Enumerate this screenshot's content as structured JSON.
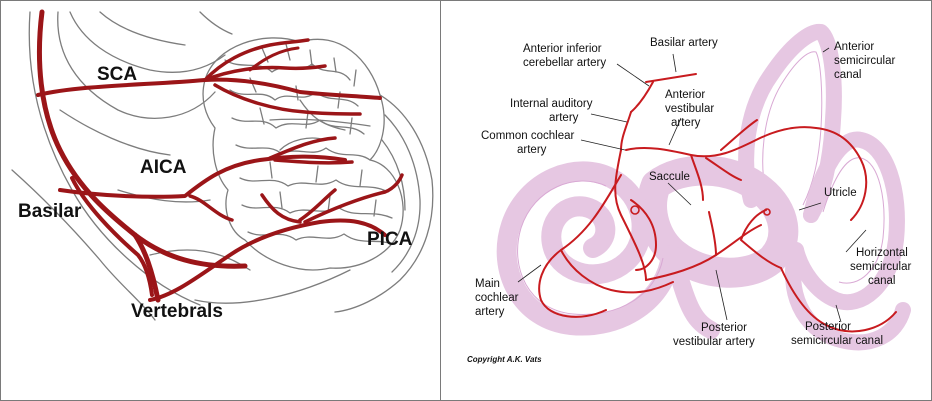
{
  "left_panel": {
    "labels": {
      "sca": "SCA",
      "aica": "AICA",
      "basilar": "Basilar",
      "pica": "PICA",
      "vertebrals": "Vertebrals"
    }
  },
  "right_panel": {
    "labels": {
      "anterior_inferior_cerebellar_artery_1": "Anterior inferior",
      "anterior_inferior_cerebellar_artery_2": "cerebellar artery",
      "basilar_artery": "Basilar artery",
      "anterior_semicircular_canal_1": "Anterior",
      "anterior_semicircular_canal_2": "semicircular",
      "anterior_semicircular_canal_3": "canal",
      "internal_auditory_artery_1": "Internal auditory",
      "internal_auditory_artery_2": "artery",
      "anterior_vestibular_artery_1": "Anterior",
      "anterior_vestibular_artery_2": "vestibular",
      "anterior_vestibular_artery_3": "artery",
      "common_cochlear_artery_1": "Common cochlear",
      "common_cochlear_artery_2": "artery",
      "saccule": "Saccule",
      "utricle": "Utricle",
      "horizontal_semicircular_canal_1": "Horizontal",
      "horizontal_semicircular_canal_2": "semicircular",
      "horizontal_semicircular_canal_3": "canal",
      "main_cochlear_artery_1": "Main",
      "main_cochlear_artery_2": "cochlear",
      "main_cochlear_artery_3": "artery",
      "posterior_vestibular_artery_1": "Posterior",
      "posterior_vestibular_artery_2": "vestibular artery",
      "posterior_semicircular_canal_1": "Posterior",
      "posterior_semicircular_canal_2": "semicircular canal",
      "copyright": "Copyright A.K. Vats"
    },
    "colors": {
      "artery": "#c81b1f",
      "labyrinth": "#e6c7e2"
    }
  },
  "colors": {
    "left_artery": "#9b1518",
    "outline": "#7d7d7d"
  }
}
